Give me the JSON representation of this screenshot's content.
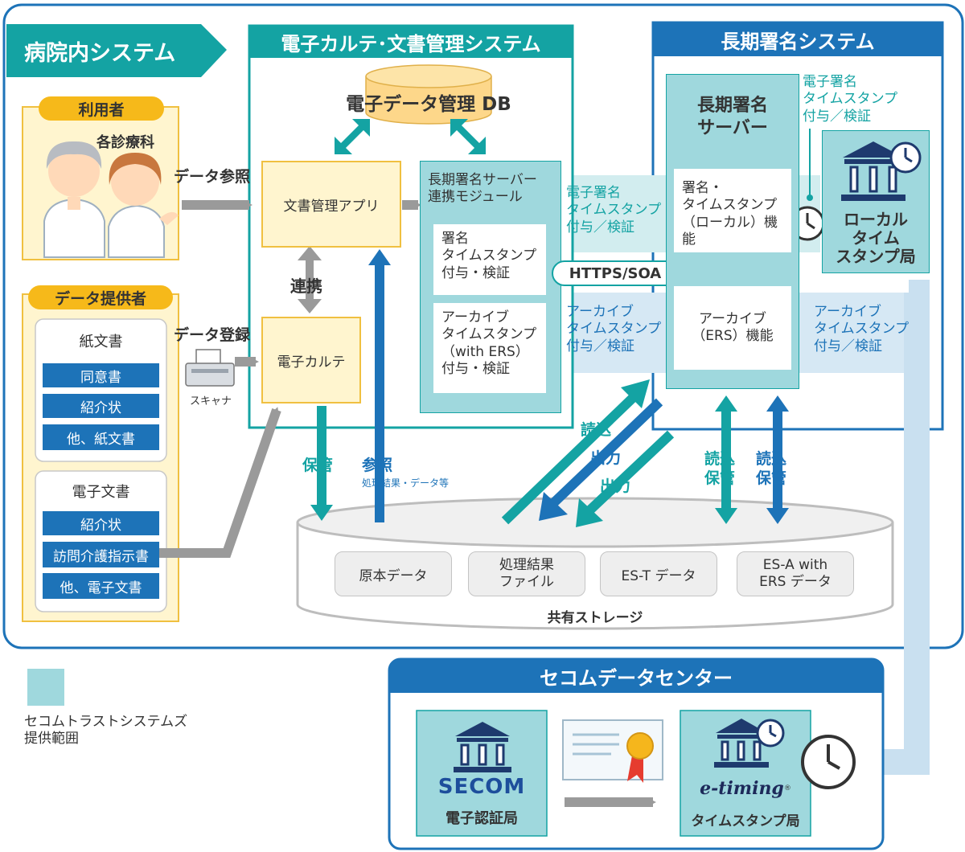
{
  "hospital": {
    "title": "病院内システム",
    "users": {
      "label": "利用者",
      "dept": "各診療科"
    },
    "providers": {
      "label": "データ提供者",
      "paper": {
        "title": "紙文書",
        "items": [
          "同意書",
          "紹介状",
          "他、紙文書"
        ]
      },
      "electronic": {
        "title": "電子文書",
        "items": [
          "紹介状",
          "訪問介護指示書",
          "他、電子文書"
        ]
      }
    },
    "scanner_label": "スキャナ",
    "data_ref_label": "データ参照",
    "data_reg_label": "データ登録"
  },
  "ehr": {
    "title": "電子カルテ･文書管理システム",
    "db_label": "電子データ管理 DB",
    "doc_app": "文書管理アプリ",
    "link_label": "連携",
    "karte": "電子カルテ",
    "module": {
      "title": "長期署名サーバー\n連携モジュール",
      "sign": "署名\nタイムスタンプ\n付与・検証",
      "archive": "アーカイブ\nタイムスタンプ\n（with ERS）\n付与・検証"
    },
    "store_label": "保管",
    "ref_label": "参照",
    "ref_sub": "処理結果・データ等"
  },
  "flows": {
    "esig": "電子署名\nタイムスタンプ\n付与／検証",
    "https": "HTTPS/SOA",
    "archive": "アーカイブ\nタイムスタンプ\n付与／検証",
    "read": "読込",
    "out1": "出力",
    "out2": "出力",
    "read_store_1": "読込\n保管",
    "read_store_2": "読込\n保管",
    "right_archive": "アーカイブ\nタイムスタンプ\n付与／検証"
  },
  "lts": {
    "title": "長期署名システム",
    "server_title": "長期署名\nサーバー",
    "sign_func": "署名・\nタイムスタンプ\n（ローカル）機能",
    "archive_func": "アーカイブ\n（ERS）機能",
    "esig_label": "電子署名\nタイムスタンプ\n付与／検証",
    "local_tsa": "ローカル\nタイム\nスタンプ局"
  },
  "storage": {
    "label": "共有ストレージ",
    "items": [
      "原本データ",
      "処理結果\nファイル",
      "ES-T データ",
      "ES-A with\nERS データ"
    ]
  },
  "legend": {
    "text": "セコムトラストシステムズ\n提供範囲"
  },
  "secom": {
    "title": "セコムデータセンター",
    "ca_logo": "SECOM",
    "ca_label": "電子認証局",
    "tsa_logo": "e-timing",
    "tsa_reg": "®",
    "tsa_label": "タイムスタンプ局"
  },
  "colors": {
    "teal": "#14a3a3",
    "blue": "#1d73b8",
    "light_teal": "#9fd8dd",
    "pale_yellow": "#fff5cf",
    "gray_arrow": "#9a9a9a"
  }
}
